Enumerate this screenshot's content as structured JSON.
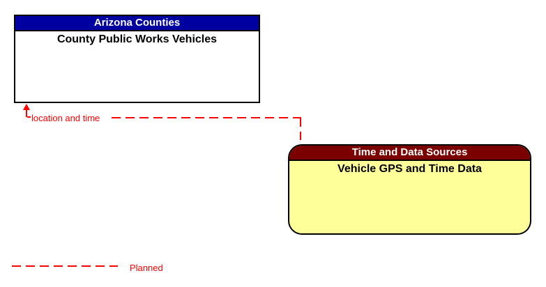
{
  "diagram": {
    "background_color": "#FFFFFF",
    "boxes": [
      {
        "id": "source",
        "header": "Arizona Counties",
        "label": "County Public Works Vehicles",
        "shape": "rectangle",
        "header_bg": "#0000A0",
        "header_text_color": "#FFFFFF",
        "body_bg": "#FFFFFF",
        "body_text_color": "#000000",
        "border_color": "#000000"
      },
      {
        "id": "target",
        "header": "Time and Data Sources",
        "label": "Vehicle GPS and Time Data",
        "shape": "rounded-rectangle",
        "header_bg": "#7B0000",
        "header_text_color": "#FFFFFF",
        "body_bg": "#FFFF99",
        "body_text_color": "#000000",
        "border_color": "#000000"
      }
    ],
    "flows": [
      {
        "label": "location and time",
        "status": "planned",
        "line_style": "dashed",
        "color": "#FF0000",
        "from": "Vehicle GPS and Time Data",
        "to": "County Public Works Vehicles",
        "arrow_at": "County Public Works Vehicles"
      }
    ],
    "legend": {
      "label": "Planned",
      "line_style": "dashed",
      "line_color": "#FF0000"
    }
  }
}
